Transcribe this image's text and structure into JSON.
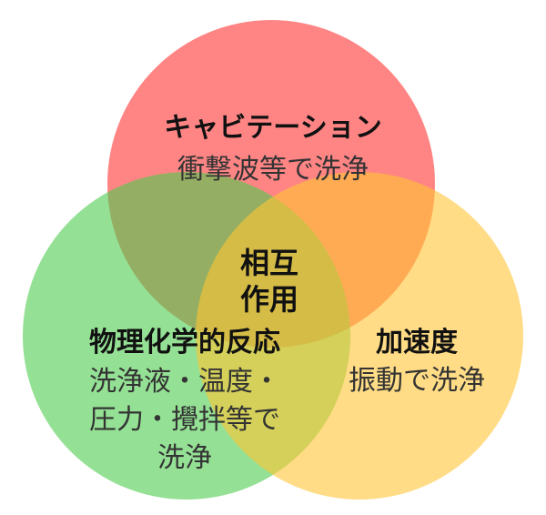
{
  "circles": {
    "top": {
      "color": "#ff3333",
      "title": "キャビテーション",
      "lines": [
        "衝撃波等で洗浄"
      ]
    },
    "left": {
      "color": "#4ccc4c",
      "title": "物理化学的反応",
      "lines": [
        "洗浄液・温度・",
        "圧力・攪拌等で",
        "洗浄"
      ]
    },
    "right": {
      "color": "#ffc533",
      "title": "加速度",
      "lines": [
        "振動で洗浄"
      ]
    }
  },
  "center": {
    "lines": [
      "相互",
      "作用"
    ]
  }
}
